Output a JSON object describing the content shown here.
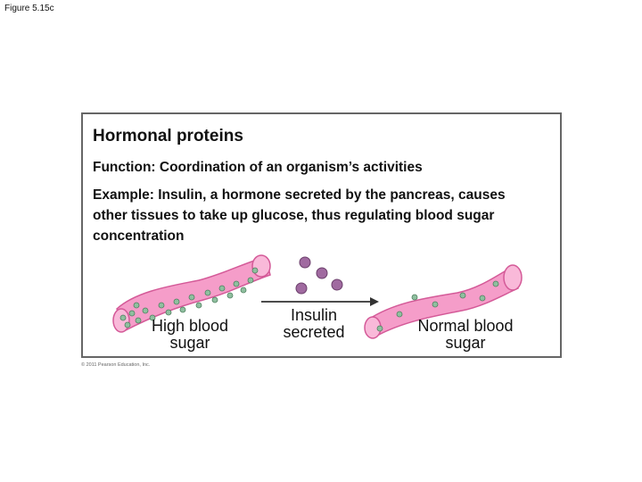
{
  "figure_label": "Figure 5.15c",
  "panel": {
    "title": "Hormonal proteins",
    "function": "Function: Coordination of an organism’s activities",
    "example": "Example: Insulin, a hormone secreted by the pancreas, causes other tissues to take up glucose, thus regulating blood sugar concentration"
  },
  "labels": {
    "high": "High blood sugar",
    "insulin": "Insulin secreted",
    "normal": "Normal blood sugar"
  },
  "copyright": "© 2011 Pearson Education, Inc.",
  "colors": {
    "vessel": "#f59dc9",
    "vessel_outline": "#d45a98",
    "glucose": "#8fbf9f",
    "insulin": "#a06aa0"
  }
}
